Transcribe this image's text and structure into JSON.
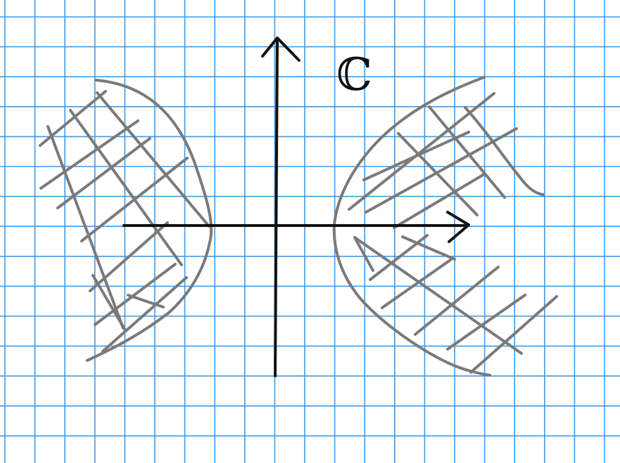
{
  "figure": {
    "plane_symbol": "ℂ",
    "colors": {
      "background": "#ffffff",
      "grid": "#3d9be9",
      "ink": "#111111",
      "region": "#7a7a7a"
    },
    "grid_paper": true,
    "axes": [
      "real-axis",
      "imaginary-axis"
    ],
    "shaded_regions": [
      "left-region",
      "right-region"
    ],
    "hatching": "crosshatch"
  }
}
